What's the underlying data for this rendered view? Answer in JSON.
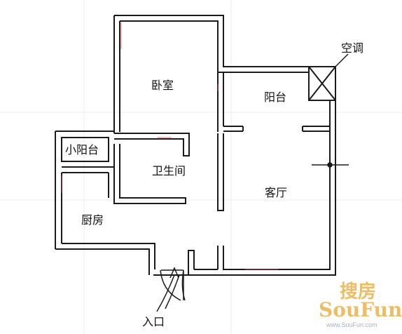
{
  "labels": {
    "bedroom": "卧室",
    "balcony": "阳台",
    "aircon": "空调",
    "small_balcony": "小阳台",
    "bathroom": "卫生间",
    "living_room": "客厅",
    "kitchen": "厨房",
    "entrance": "入口"
  },
  "watermark": {
    "cn": "搜房",
    "brand": "SouFun",
    "url": "www.SouFun.com"
  },
  "colors": {
    "wall": "#1a1a1a",
    "wall_fill": "#ffffff",
    "arrow": "#1a1a1a",
    "accent_red": "#e0454a",
    "watermark_orange": "#e9b24a",
    "watermark_blue": "#7d9cc9"
  }
}
